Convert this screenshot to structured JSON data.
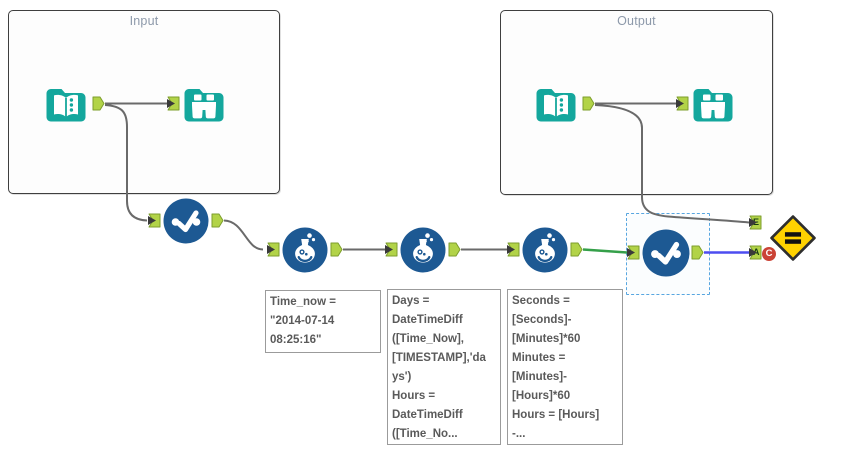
{
  "app": {
    "view": "workflow-canvas"
  },
  "containers": [
    {
      "title": "Input"
    },
    {
      "title": "Output"
    }
  ],
  "tools": [
    {
      "name": "input-data",
      "icon": "open-book-icon",
      "container": "Input"
    },
    {
      "name": "browse",
      "icon": "binoculars-icon",
      "container": "Input"
    },
    {
      "name": "select",
      "icon": "dot-check-dot-icon"
    },
    {
      "name": "formula-1",
      "icon": "flask-icon"
    },
    {
      "name": "formula-2",
      "icon": "flask-icon"
    },
    {
      "name": "formula-3",
      "icon": "flask-icon"
    },
    {
      "name": "select-2",
      "icon": "dot-check-dot-icon",
      "selected": true
    },
    {
      "name": "input-data",
      "icon": "open-book-icon",
      "container": "Output"
    },
    {
      "name": "browse",
      "icon": "binoculars-icon",
      "container": "Output"
    },
    {
      "name": "test",
      "icon": "equals-diamond-icon"
    }
  ],
  "test_tool": {
    "anchor_e": "E",
    "anchor_a": "A",
    "badge": "C"
  },
  "annotations": [
    {
      "text": "Time_now =\n\"2014-07-14\n08:25:16\""
    },
    {
      "text": "Days =\nDateTimeDiff\n([Time_Now],\n[TIMESTAMP],'da\nys')\nHours =\nDateTimeDiff\n([Time_No..."
    },
    {
      "text": "Seconds =\n[Seconds]-\n[Minutes]*60\nMinutes =\n[Minutes]-\n[Hours]*60\nHours = [Hours]\n-..."
    }
  ],
  "colors": {
    "tool_teal": "#14a79d",
    "tool_blue": "#1d5993",
    "anchor_green": "#b2d348",
    "anchor_border": "#7d9e2c",
    "wire_gray": "#6a6a6a",
    "wire_green": "#35a04a",
    "wire_blue": "#4d4df0",
    "diamond_yellow": "#ffd200",
    "badge_red": "#cb4336",
    "selection_blue": "#58a6e0",
    "container_title": "#8d99aa",
    "annotation_text": "#5a5a5a"
  }
}
